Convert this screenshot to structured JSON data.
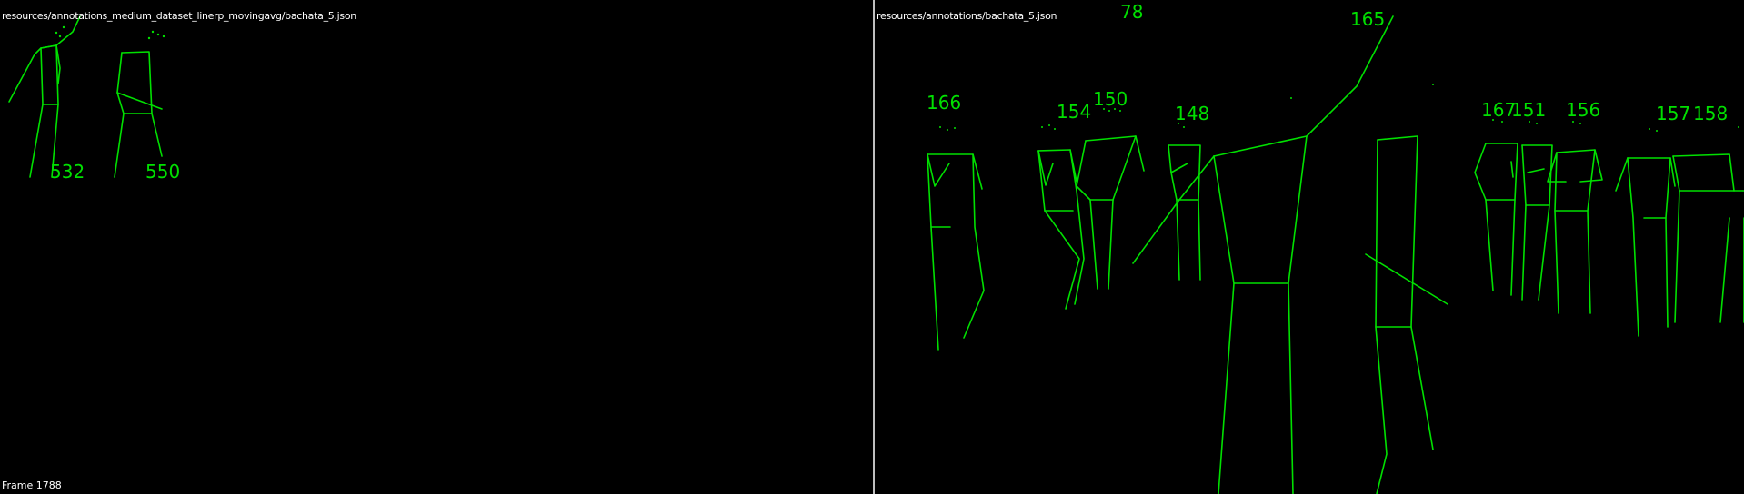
{
  "left": {
    "file_path": "resources/annotations_medium_dataset_linerp_movingavg/bachata_5.json",
    "frame_label": "Frame 1788",
    "person_ids": [
      "532",
      "550"
    ]
  },
  "right": {
    "file_path": "resources/annotations/bachata_5.json",
    "person_ids": [
      "78",
      "165",
      "166",
      "154",
      "150",
      "148",
      "167",
      "151",
      "156",
      "157",
      "158"
    ]
  },
  "colors": {
    "skeleton": "#00e000",
    "background": "#000000",
    "text": "#ffffff",
    "divider": "#bfbfbf"
  }
}
